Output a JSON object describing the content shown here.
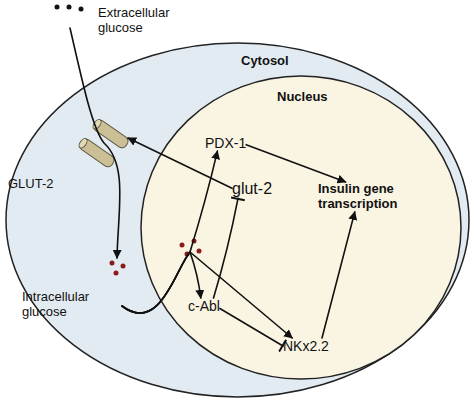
{
  "diagram": {
    "nodes": [
      {
        "text": [
          "Cytosol"
        ]
      },
      {
        "text": [
          "Nucleus"
        ],
        "in": 0
      },
      {
        "text": [
          "Extracellular glucose"
        ]
      },
      {
        "text": [
          "GLUT-2"
        ]
      },
      {
        "text": [
          "Intracellular glucose"
        ],
        "in": 0
      },
      {
        "text": [
          "PDX-1"
        ],
        "in": 1
      },
      {
        "text": [
          "glut-2"
        ],
        "in": 1
      },
      {
        "text": [
          "Insulin gene transcription"
        ],
        "in": 1
      },
      {
        "text": [
          "c-Abl"
        ],
        "in": 1
      },
      {
        "text": [
          "NKx2.2"
        ],
        "in": 1
      }
    ],
    "edges": [
      {
        "from": 2,
        "to": 4,
        "arrow": "to"
      },
      {
        "from": 4,
        "to": 5,
        "arrow": "to"
      },
      {
        "from": 4,
        "to": 8,
        "arrow": "to"
      },
      {
        "from": 4,
        "to": 9,
        "arrow": "to"
      },
      {
        "from": 6,
        "to": 3,
        "arrow": "to"
      },
      {
        "from": 5,
        "to": 7,
        "arrow": "to"
      },
      {
        "from": 9,
        "to": 7,
        "arrow": "to"
      },
      {
        "from": 8,
        "to": 6,
        "arrow": "to"
      },
      {
        "from": 8,
        "to": 9,
        "arrow": "to"
      }
    ]
  }
}
